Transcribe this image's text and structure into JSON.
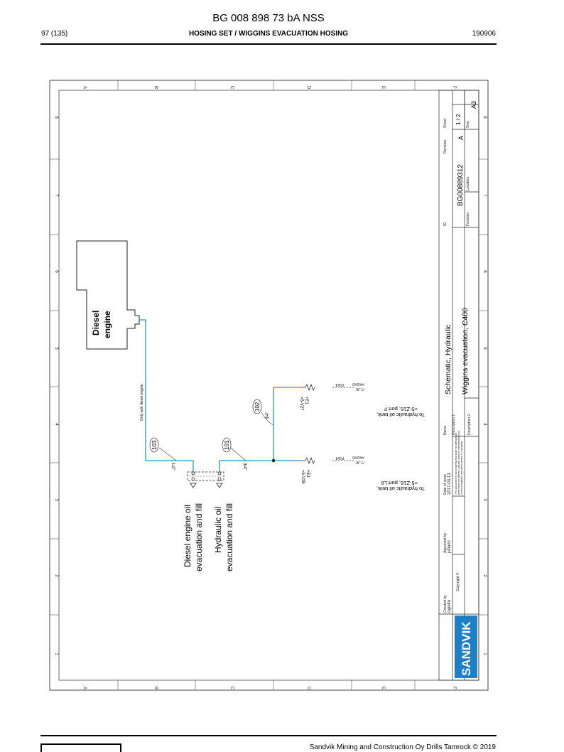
{
  "header": {
    "doc_id": "BG 008 898 73 bA NSS",
    "page": "97 (135)",
    "title": "HOSING SET / WIGGINS EVACUATION HOSING",
    "date": "190906"
  },
  "footer": {
    "copyright": "Sandvik Mining and Construction Oy Drills Tamrock © 2019"
  },
  "frame": {
    "zone_letters": [
      "A",
      "B",
      "C",
      "D",
      "E",
      "F"
    ],
    "zone_numbers": [
      "8",
      "7",
      "6",
      "5",
      "4",
      "3",
      "2",
      "1"
    ]
  },
  "drawing": {
    "engine_label_1": "Diesel",
    "engine_label_2": "engine",
    "only_diesel_note": "Only with diesel engine",
    "diesel_drain_1": "Diesel engine oil",
    "diesel_drain_2": "evacuation and fill",
    "hyd_drain_1": "Hydraulic oil",
    "hyd_drain_2": "evacuation and fill",
    "hose_103": "103",
    "hose_101": "101",
    "hose_102": "102",
    "size_103": "1/2\"",
    "size_101": "3/4\"",
    "size_102": "3/4\"",
    "comp_1_a": "+E1",
    "comp_1_b": "=5-V27",
    "comp_2_a": "+E1",
    "comp_2_b": "=5-V28",
    "ref_a1": "/7.J6",
    "ref_a2": "/7.J6",
    "ref_b1": "/4#2#0",
    "ref_b2": "/4#2#0",
    "ref_c1": "R3/4",
    "ref_c2": "R3/4",
    "tank_1_a": "To hydraulic oil tank,",
    "tank_1_b": "=5-Z16, port F",
    "tank_2_a": "To hydraulic oil tank,",
    "tank_2_b": "=5-Z16, port L6"
  },
  "title_block": {
    "logo": "SANDVIK",
    "created_by_label": "Created by",
    "created_by": "tapelto",
    "approved_by_label": "Approved by",
    "approved_by": "juhami",
    "date_label": "Date of issue",
    "date": "2017-03-13",
    "copyright_label": "Copyright ©",
    "notice": "This document is our property and shall not without our permission be altered, copied, used for manufacturing or communicated to any other person or company.",
    "name_label": "Name",
    "name": "Schematic, Hydraulic",
    "desc1_label": "Description 1",
    "desc1": "Wiggins evacuation, C400",
    "desc2_label": "Description 2",
    "id_label": "ID",
    "id": "BG00889312",
    "function_label": "Function",
    "location_label": "Location",
    "revision_label": "Revision",
    "revision": "A",
    "sheet_label": "Sheet",
    "sheet": "1 / 2",
    "size_label": "Size",
    "size": "A3"
  },
  "colors": {
    "pipe": "#2b8fd6",
    "logo": "#1f7fc4",
    "frame": "#000000"
  }
}
